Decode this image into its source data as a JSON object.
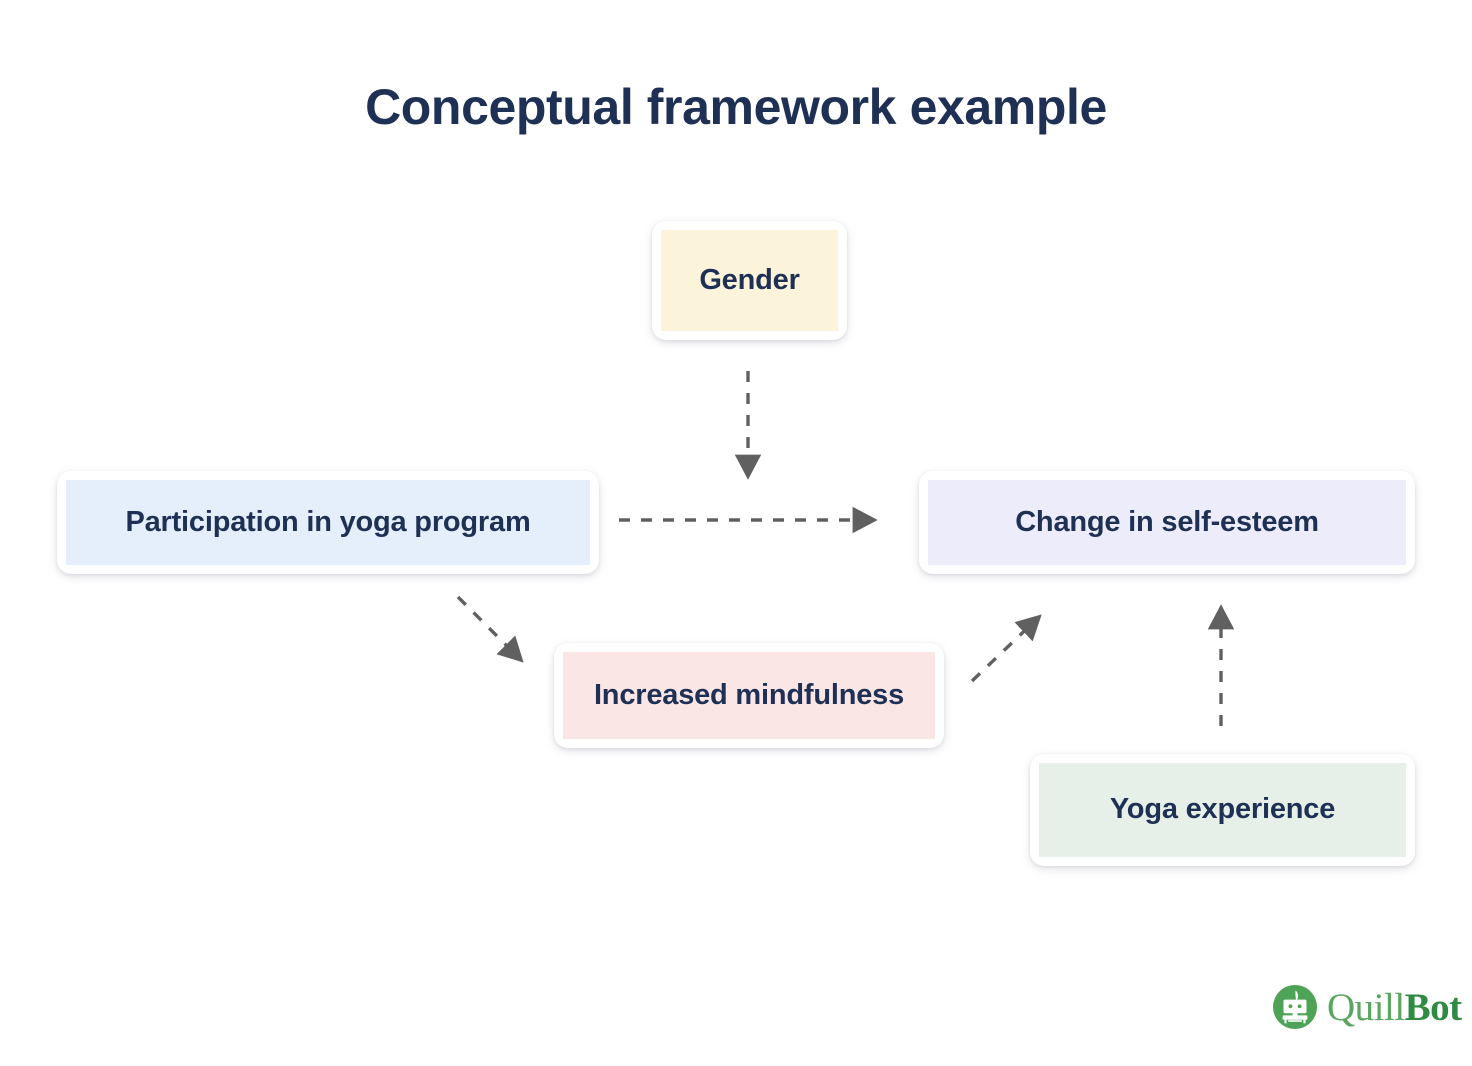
{
  "title": "Conceptual framework example",
  "diagram": {
    "type": "conceptual-framework",
    "nodes": [
      {
        "id": "gender",
        "label": "Gender",
        "role": "moderator",
        "fill": "#fbf3da"
      },
      {
        "id": "participation",
        "label": "Participation in yoga program",
        "role": "independent-variable",
        "fill": "#e5effb"
      },
      {
        "id": "selfesteem",
        "label": "Change in self-esteem",
        "role": "dependent-variable",
        "fill": "#edecfa"
      },
      {
        "id": "mindfulness",
        "label": "Increased mindfulness",
        "role": "mediator",
        "fill": "#fbe6e6"
      },
      {
        "id": "yogaexp",
        "label": "Yoga experience",
        "role": "control-variable",
        "fill": "#e6f0e8"
      }
    ],
    "edges": [
      {
        "from": "gender",
        "to": "selfesteem",
        "style": "dashed",
        "direction": "down"
      },
      {
        "from": "participation",
        "to": "selfesteem",
        "style": "dashed",
        "direction": "right"
      },
      {
        "from": "participation",
        "to": "mindfulness",
        "style": "dashed",
        "direction": "down-right"
      },
      {
        "from": "mindfulness",
        "to": "selfesteem",
        "style": "dashed",
        "direction": "up-right"
      },
      {
        "from": "yogaexp",
        "to": "selfesteem",
        "style": "dashed",
        "direction": "up"
      }
    ],
    "arrow_color": "#606060",
    "text_color": "#1f3055"
  },
  "logo": {
    "name_part1": "Quill",
    "name_part2": "Bot",
    "mark_color": "#4ea356",
    "word_color_1": "#5aa661",
    "word_color_2": "#2f8a43"
  }
}
